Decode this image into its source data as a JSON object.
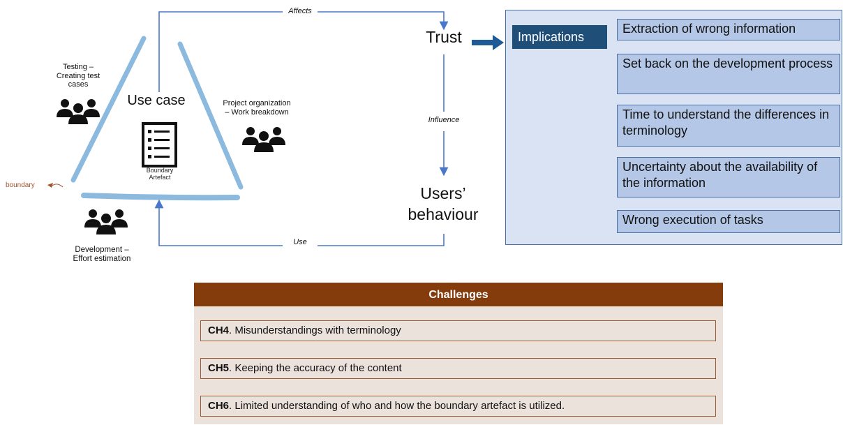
{
  "triangle": {
    "center_label": "Use case",
    "artefact_label_line1": "Boundary",
    "artefact_label_line2": "Artefact",
    "boundary_label": "boundary"
  },
  "groups": {
    "testing": {
      "line1": "Testing –",
      "line2": "Creating test",
      "line3": "cases"
    },
    "project": {
      "line1": "Project organization",
      "line2": "– Work breakdown"
    },
    "development": {
      "line1": "Development –",
      "line2": "Effort estimation"
    }
  },
  "flow": {
    "affects": "Affects",
    "influence": "Influence",
    "use": "Use",
    "trust": "Trust",
    "users_line1": "Users’",
    "users_line2": "behaviour"
  },
  "implications": {
    "title": "Implications",
    "items": [
      "Extraction of wrong information",
      "Set back on the development process",
      "Time to understand the differences in terminology",
      "Uncertainty about the availability of the information",
      "Wrong execution of tasks"
    ]
  },
  "challenges": {
    "title": "Challenges",
    "items": [
      {
        "code": "CH4",
        "text": ". Misunderstandings with terminology"
      },
      {
        "code": "CH5",
        "text": ". Keeping the accuracy of the content"
      },
      {
        "code": "CH6",
        "text": ". Limited understanding of who and how the boundary artefact is utilized."
      }
    ]
  },
  "colors": {
    "triangle_stroke": "#7fb1da",
    "flow_line": "#4a78c8",
    "implications_header": "#1f4e79",
    "implications_item": "#b4c7e7",
    "challenges_header": "#843c0c",
    "boundary_text": "#a0522d"
  }
}
